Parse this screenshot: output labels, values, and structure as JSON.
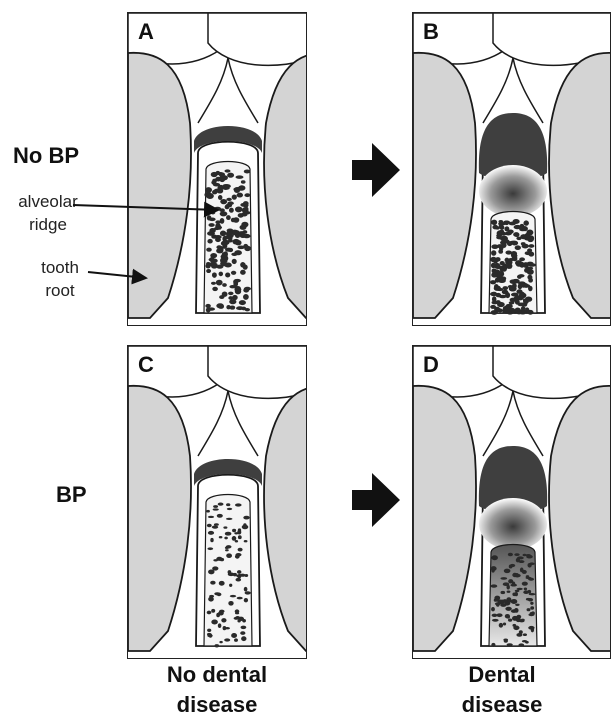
{
  "panels": [
    {
      "letter": "A",
      "state": "healthy",
      "bone": "dense"
    },
    {
      "letter": "B",
      "state": "diseased",
      "bone": "dense"
    },
    {
      "letter": "C",
      "state": "healthy",
      "bone": "sparse"
    },
    {
      "letter": "D",
      "state": "diseased",
      "bone": "sparse-necrotic"
    }
  ],
  "row_labels": {
    "top": "No BP",
    "bottom": "BP"
  },
  "annotations": {
    "alveolar_ridge_line1": "alveolar",
    "alveolar_ridge_line2": "ridge",
    "tooth_root_line1": "tooth",
    "tooth_root_line2": "root"
  },
  "column_labels": {
    "left_line1": "No dental",
    "left_line2": "disease",
    "right_line1": "Dental",
    "right_line2": "disease"
  },
  "colors": {
    "root_fill": "#d4d4d4",
    "gum_band": "#3f3f3f",
    "bone_speckle": "#2a2a2a",
    "outline": "#1a1a1a"
  },
  "icons": {
    "progression_arrow": "arrow-right-icon"
  }
}
